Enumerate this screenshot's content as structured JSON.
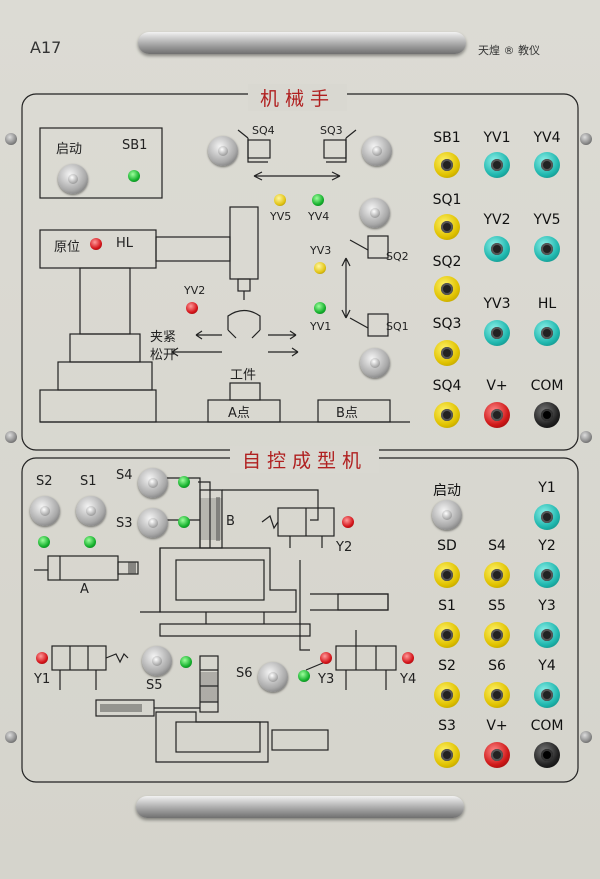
{
  "panel": {
    "model": "A17",
    "brand": "天煌 ® 教仪"
  },
  "manipulator": {
    "title": "机械手",
    "start_label": "启动",
    "sb1_label": "SB1",
    "origin_label": "原位",
    "hl_label": "HL",
    "sq4": "SQ4",
    "sq3": "SQ3",
    "sq2": "SQ2",
    "sq1": "SQ1",
    "yv5": "YV5",
    "yv4": "YV4",
    "yv3": "YV3",
    "yv2": "YV2",
    "yv1": "YV1",
    "clamp": "夹紧",
    "release": "松开",
    "workpiece": "工件",
    "point_a": "A点",
    "point_b": "B点",
    "jacks": {
      "r1": [
        "SB1",
        "YV1",
        "YV4"
      ],
      "r2": [
        "SQ1",
        "YV2",
        "YV5"
      ],
      "r3": [
        "SQ2"
      ],
      "r4": [
        "SQ3",
        "YV3",
        "HL"
      ],
      "r5": [
        "SQ4",
        "V+",
        "COM"
      ]
    }
  },
  "molding": {
    "title": "自控成型机",
    "s1": "S1",
    "s2": "S2",
    "s3": "S3",
    "s4": "S4",
    "s5": "S5",
    "s6": "S6",
    "y1": "Y1",
    "y2": "Y2",
    "y3": "Y3",
    "y4": "Y4",
    "a": "A",
    "b": "B",
    "jacks": {
      "start": "启动",
      "y1": "Y1",
      "r2": [
        "SD",
        "S4",
        "Y2"
      ],
      "r3": [
        "S1",
        "S5",
        "Y3"
      ],
      "r4": [
        "S2",
        "S6",
        "Y4"
      ],
      "r5": [
        "S3",
        "V+",
        "COM"
      ]
    }
  }
}
